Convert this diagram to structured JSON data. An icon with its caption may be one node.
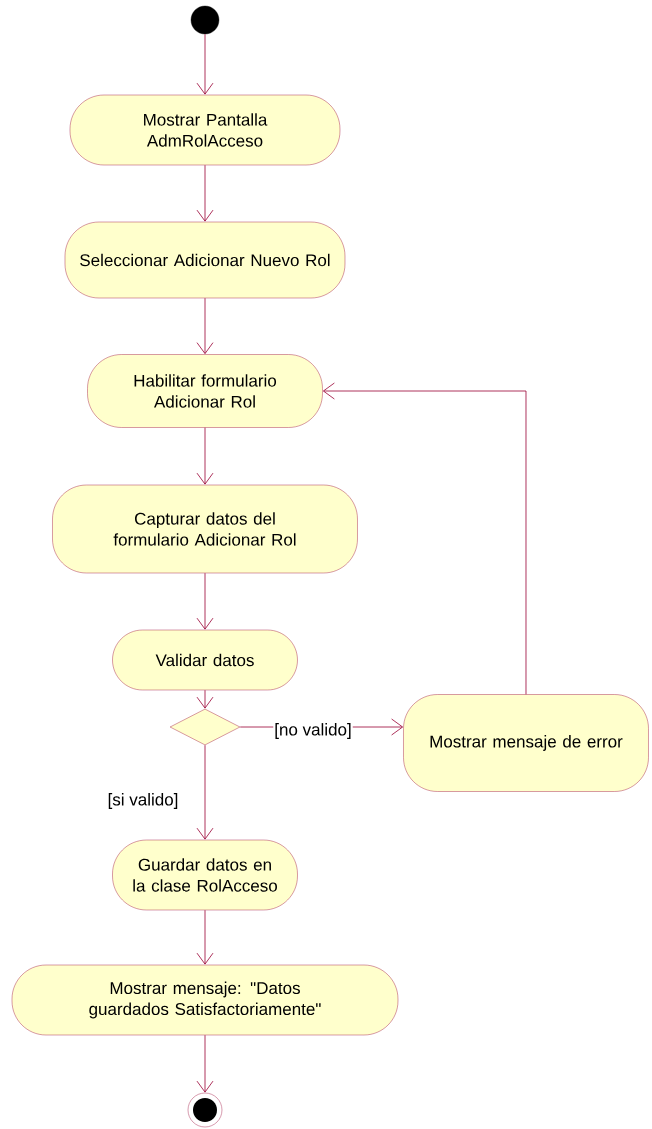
{
  "diagram": {
    "nodes": [
      {
        "text": [],
        "shape": "circle"
      },
      {
        "text": [
          "Mostrar Pantalla AdmRolAcceso"
        ]
      },
      {
        "text": [
          "Seleccionar Adicionar Nuevo Rol"
        ]
      },
      {
        "text": [
          "Habilitar formulario Adicionar Rol"
        ]
      },
      {
        "text": [
          "Capturar datos del formulario Adicionar Rol"
        ]
      },
      {
        "text": [
          "Validar datos"
        ]
      },
      {
        "text": [],
        "shape": "diamond"
      },
      {
        "text": [
          "Mostrar mensaje de error"
        ]
      },
      {
        "text": [
          "Guardar datos en la clase RolAcceso"
        ]
      },
      {
        "text": [
          "Mostrar mensaje: \"Datos guardados Satisfactoriamente\""
        ]
      },
      {
        "text": [],
        "shape": "bullseye"
      }
    ],
    "edges": [
      {
        "from": 0,
        "to": 1,
        "arrow": "to"
      },
      {
        "from": 1,
        "to": 2,
        "arrow": "to"
      },
      {
        "from": 2,
        "to": 3,
        "arrow": "to"
      },
      {
        "from": 3,
        "to": 4,
        "arrow": "to"
      },
      {
        "from": 4,
        "to": 5,
        "arrow": "to"
      },
      {
        "from": 5,
        "to": 6,
        "arrow": "to"
      },
      {
        "from": 6,
        "to": 7,
        "arrow": "to",
        "label": "[no valido]"
      },
      {
        "from": 6,
        "to": 8,
        "arrow": "to",
        "label": "[si valido]"
      },
      {
        "from": 7,
        "to": 3,
        "arrow": "to"
      },
      {
        "from": 8,
        "to": 9,
        "arrow": "to"
      },
      {
        "from": 9,
        "to": 10,
        "arrow": "to"
      }
    ]
  }
}
